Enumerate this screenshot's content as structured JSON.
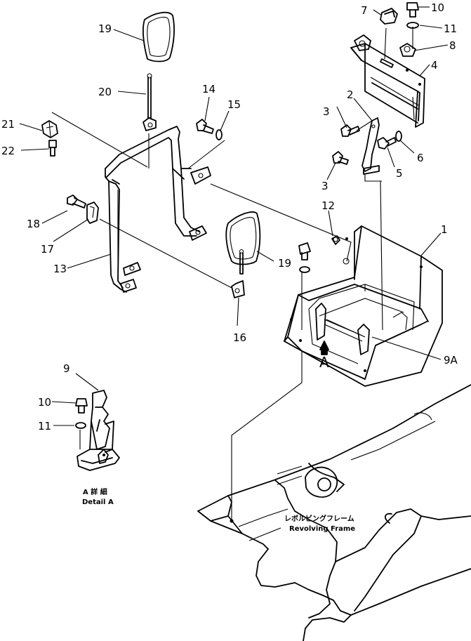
{
  "callouts": [
    {
      "id": "c1",
      "text": "1"
    },
    {
      "id": "c2",
      "text": "2"
    },
    {
      "id": "c3a",
      "text": "3"
    },
    {
      "id": "c3b",
      "text": "3"
    },
    {
      "id": "c4",
      "text": "4"
    },
    {
      "id": "c5",
      "text": "5"
    },
    {
      "id": "c6",
      "text": "6"
    },
    {
      "id": "c7",
      "text": "7"
    },
    {
      "id": "c8",
      "text": "8"
    },
    {
      "id": "c9",
      "text": "9"
    },
    {
      "id": "c9a",
      "text": "9A"
    },
    {
      "id": "c10a",
      "text": "10"
    },
    {
      "id": "c10b",
      "text": "10"
    },
    {
      "id": "c11a",
      "text": "11"
    },
    {
      "id": "c11b",
      "text": "11"
    },
    {
      "id": "c12",
      "text": "12"
    },
    {
      "id": "c13",
      "text": "13"
    },
    {
      "id": "c14",
      "text": "14"
    },
    {
      "id": "c15",
      "text": "15"
    },
    {
      "id": "c16",
      "text": "16"
    },
    {
      "id": "c17",
      "text": "17"
    },
    {
      "id": "c18",
      "text": "18"
    },
    {
      "id": "c19a",
      "text": "19"
    },
    {
      "id": "c19b",
      "text": "19"
    },
    {
      "id": "c20",
      "text": "20"
    },
    {
      "id": "c21",
      "text": "21"
    },
    {
      "id": "c22",
      "text": "22"
    }
  ],
  "view_marker": "A",
  "detail_label_jp": "A 詳 細",
  "detail_label_en": "Detail A",
  "frame_label_jp": "レボルビングフレーム",
  "frame_label_en": "Revolving Frame"
}
